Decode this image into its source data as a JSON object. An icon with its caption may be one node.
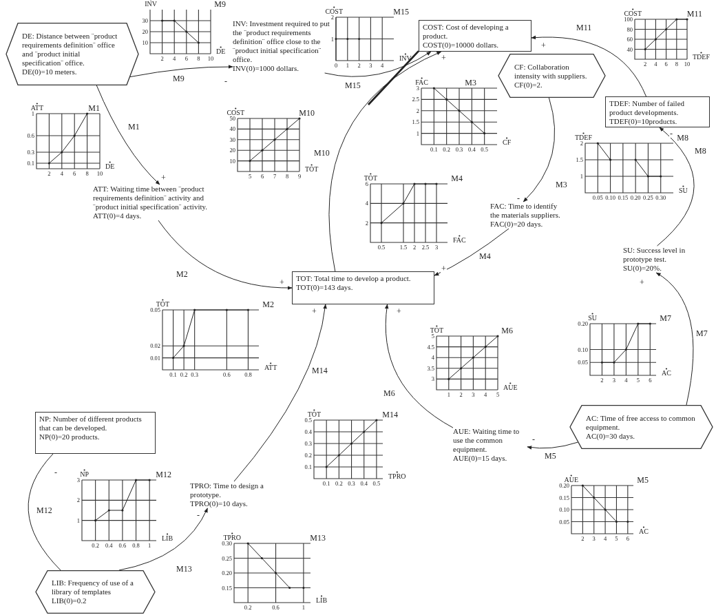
{
  "diagram": {
    "nodes": [
      {
        "text": [
          "DE: Distance between ¨product requirements definition¨ office and ¨product initial specification¨ office.",
          "DE(0)=10 meters."
        ]
      },
      {
        "text": [
          "INV: Investment required to put the ¨product requirements definition¨ office close to the ¨product initial specification¨ office.",
          "INV(0)=1000 dollars."
        ]
      },
      {
        "text": [
          "COST: Cost of developing a product.",
          "COST(0)=10000 dollars."
        ]
      },
      {
        "text": [
          "CF: Collaboration intensity with suppliers. CF(0)=2."
        ]
      },
      {
        "text": [
          "TDEF: Number of failed product developments.",
          "TDEF(0)=10products."
        ]
      },
      {
        "text": [
          "ATT: Waiting time between ¨product requirements definition¨ activity and ¨product initial specification¨ activity.",
          "ATT(0)=4 days."
        ]
      },
      {
        "text": [
          "FAC: Time to identify the materials suppliers.",
          "FAC(0)=20 days."
        ]
      },
      {
        "text": [
          "TOT: Total time to develop a product. TOT(0)=143 days."
        ]
      },
      {
        "text": [
          "SU: Success level in prototype test.",
          "SU(0)=20%."
        ]
      },
      {
        "text": [
          "AC: Time of free access to common equipment.",
          "AC(0)=30 days."
        ]
      },
      {
        "text": [
          "AUE: Waiting time to use the common equipment.",
          "AUE(0)=15 days."
        ]
      },
      {
        "text": [
          "NP: Number of different products that can be developed.",
          "NP(0)=20 products."
        ]
      },
      {
        "text": [
          "TPRO: Time to design a prototype.",
          "TPRO(0)=10 days."
        ]
      },
      {
        "text": [
          "LIB: Frequency of use of a library of templates LIB(0)=0.2"
        ]
      }
    ],
    "edges": [
      {
        "from": 0,
        "to": 1,
        "arrow": "to",
        "label": "M9"
      },
      {
        "from": 0,
        "to": 5,
        "arrow": "to",
        "label": "M1"
      },
      {
        "from": 5,
        "to": 7,
        "arrow": "to",
        "label": "M2"
      },
      {
        "from": 7,
        "to": 2,
        "arrow": "to",
        "label": "M10"
      },
      {
        "from": 1,
        "to": 2,
        "arrow": "to",
        "label": "M15"
      },
      {
        "from": null,
        "to": 2,
        "arrow": "none",
        "style": "thick"
      },
      {
        "from": 4,
        "to": 2,
        "arrow": "to",
        "label": "M11"
      },
      {
        "from": 3,
        "to": 6,
        "arrow": "to",
        "label": "M3"
      },
      {
        "from": 6,
        "to": 7,
        "arrow": "to",
        "label": "M4"
      },
      {
        "from": 8,
        "to": 4,
        "arrow": "to",
        "label": "M8"
      },
      {
        "from": 9,
        "to": 8,
        "arrow": "to",
        "label": "M7"
      },
      {
        "from": 9,
        "to": 10,
        "arrow": "to",
        "label": "M5"
      },
      {
        "from": 10,
        "to": 7,
        "arrow": "to",
        "label": "M6"
      },
      {
        "from": 12,
        "to": 7,
        "arrow": "to",
        "label": "M14"
      },
      {
        "from": 13,
        "to": 12,
        "arrow": "to",
        "label": "M13"
      },
      {
        "from": 13,
        "to": 11,
        "arrow": "none",
        "label": "M12"
      }
    ],
    "labels": [
      "-",
      "+",
      "+",
      "+",
      "+",
      "-",
      "+",
      "-",
      "+",
      "-",
      "+",
      "+",
      "-",
      "-"
    ],
    "chart_data": [
      {
        "type": "line",
        "title": "M9",
        "xlabel": "DE",
        "ylabel": "INV",
        "x": [
          2,
          4,
          6,
          8
        ],
        "series": [
          {
            "values": [
              30,
              30,
              20,
              10
            ]
          }
        ],
        "xlim": [
          0,
          10
        ],
        "ylim": [
          0,
          40
        ],
        "xticks": [
          2,
          4,
          6,
          8,
          10
        ],
        "yticks": [
          10,
          20,
          30
        ],
        "grid": true
      },
      {
        "type": "line",
        "title": "M15",
        "xlabel": "INV",
        "ylabel": "COST",
        "x": [
          0,
          1,
          2
        ],
        "series": [
          {
            "values": [
              1,
              1,
              1
            ]
          }
        ],
        "xlim": [
          0,
          5
        ],
        "ylim": [
          0,
          2
        ],
        "xticks": [
          0,
          1,
          2,
          3,
          4
        ],
        "yticks": [
          1,
          2
        ],
        "grid": true
      },
      {
        "type": "line",
        "title": "M11",
        "xlabel": "TDEF",
        "ylabel": "COST",
        "x": [
          2,
          4,
          6,
          8,
          10
        ],
        "series": [
          {
            "values": [
              40,
              60,
              80,
              100,
              100
            ]
          }
        ],
        "xlim": [
          0,
          10
        ],
        "ylim": [
          20,
          100
        ],
        "xticks": [
          2,
          4,
          6,
          8,
          10
        ],
        "yticks": [
          40,
          60,
          80,
          100
        ],
        "grid": true
      },
      {
        "type": "line",
        "title": "M1",
        "xlabel": "DE",
        "ylabel": "ATT",
        "x": [
          2,
          4,
          6,
          8
        ],
        "series": [
          {
            "values": [
              0.1,
              0.3,
              0.6,
              1
            ]
          }
        ],
        "xlim": [
          0,
          10
        ],
        "ylim": [
          0,
          1
        ],
        "xticks": [
          2,
          4,
          6,
          8,
          10
        ],
        "yticks": [
          0.1,
          0.3,
          0.6,
          1
        ],
        "grid": true
      },
      {
        "type": "line",
        "title": "M10",
        "xlabel": "TOT",
        "ylabel": "COST",
        "x": [
          5,
          6,
          7,
          8,
          9
        ],
        "series": [
          {
            "values": [
              10,
              20,
              30,
              40,
              50
            ]
          }
        ],
        "xlim": [
          4,
          9
        ],
        "ylim": [
          0,
          50
        ],
        "xticks": [
          5,
          6,
          7,
          8,
          9
        ],
        "yticks": [
          10,
          20,
          30,
          40,
          50
        ],
        "grid": true
      },
      {
        "type": "line",
        "title": "M3",
        "xlabel": "CF",
        "ylabel": "FAC",
        "x": [
          0.1,
          0.2,
          0.3,
          0.4,
          0.5
        ],
        "series": [
          {
            "values": [
              3,
              2.5,
              2,
              1.5,
              1
            ]
          }
        ],
        "xlim": [
          0,
          0.6
        ],
        "ylim": [
          0.5,
          3
        ],
        "xticks": [
          0.1,
          0.2,
          0.3,
          0.4,
          0.5
        ],
        "yticks": [
          1,
          1.5,
          2,
          2.5,
          3
        ],
        "grid": true
      },
      {
        "type": "line",
        "title": "M8",
        "xlabel": "SU",
        "ylabel": "TDEF",
        "x": [
          0.05,
          0.1,
          0.15,
          0.2,
          0.25,
          0.3
        ],
        "series": [
          {
            "values": [
              2,
              1.5,
              null,
              1.5,
              1,
              1
            ]
          }
        ],
        "xlim": [
          0,
          0.35
        ],
        "ylim": [
          0.5,
          2
        ],
        "xticks": [
          0.05,
          {
            "value": 0.1,
            "label": "0.10"
          },
          0.15,
          {
            "value": 0.2,
            "label": "0.20"
          },
          0.25,
          {
            "value": 0.3,
            "label": "0.30"
          }
        ],
        "yticks": [
          1,
          1.5,
          2
        ],
        "grid": true
      },
      {
        "type": "line",
        "title": "M4",
        "xlabel": "FAC",
        "ylabel": "TOT",
        "x": [
          0.5,
          1.5,
          2,
          2.5,
          3
        ],
        "series": [
          {
            "values": [
              2,
              4,
              6,
              6,
              6
            ]
          }
        ],
        "xlim": [
          0,
          3.5
        ],
        "ylim": [
          0,
          6
        ],
        "xticks": [
          0.5,
          1.5,
          2,
          2.5,
          3
        ],
        "yticks": [
          2,
          4,
          6
        ],
        "grid": true
      },
      {
        "type": "line",
        "title": "M2",
        "xlabel": "ATT",
        "ylabel": "TOT",
        "x": [
          0.1,
          0.2,
          0.3,
          0.6,
          0.8
        ],
        "series": [
          {
            "values": [
              0.01,
              0.02,
              0.05,
              0.05,
              0.05
            ]
          }
        ],
        "xlim": [
          0,
          0.9
        ],
        "ylim": [
          0,
          0.05
        ],
        "xticks": [
          0.1,
          0.2,
          0.3,
          0.6,
          0.8
        ],
        "yticks": [
          0.01,
          0.02,
          0.05
        ],
        "grid": true
      },
      {
        "type": "line",
        "title": "M6",
        "xlabel": "AUE",
        "ylabel": "TOT",
        "x": [
          1,
          2,
          3,
          4,
          5
        ],
        "series": [
          {
            "values": [
              3,
              3.5,
              4,
              4.5,
              5
            ]
          }
        ],
        "xlim": [
          0,
          5
        ],
        "ylim": [
          2.5,
          5
        ],
        "xticks": [
          1,
          2,
          3,
          4,
          5
        ],
        "yticks": [
          3,
          3.5,
          4,
          4.5,
          5
        ],
        "grid": true
      },
      {
        "type": "line",
        "title": "M7",
        "xlabel": "AC",
        "ylabel": "SU",
        "x": [
          2,
          3,
          4,
          5,
          6
        ],
        "series": [
          {
            "values": [
              0.05,
              0.05,
              0.1,
              0.2,
              0.2
            ]
          }
        ],
        "xlim": [
          1,
          6.5
        ],
        "ylim": [
          0,
          0.2
        ],
        "xticks": [
          2,
          3,
          4,
          5,
          6
        ],
        "yticks": [
          {
            "value": 0.05,
            "label": "0.05"
          },
          {
            "value": 0.1,
            "label": "0.10"
          },
          {
            "value": 0.2,
            "label": "0.20"
          }
        ],
        "grid": true
      },
      {
        "type": "line",
        "title": "M14",
        "xlabel": "TPRO",
        "ylabel": "TOT",
        "x": [
          0.1,
          0.2,
          0.3,
          0.4,
          0.5
        ],
        "series": [
          {
            "values": [
              0.1,
              0.2,
              0.3,
              0.4,
              0.5
            ]
          }
        ],
        "xlim": [
          0,
          0.55
        ],
        "ylim": [
          0,
          0.5
        ],
        "xticks": [
          0.1,
          0.2,
          0.3,
          0.4,
          0.5
        ],
        "yticks": [
          0.1,
          0.2,
          0.3,
          0.4,
          0.5
        ],
        "grid": true
      },
      {
        "type": "line",
        "title": "M5",
        "xlabel": "AC",
        "ylabel": "AUE",
        "x": [
          2,
          3,
          4,
          5,
          6
        ],
        "series": [
          {
            "values": [
              0.2,
              0.15,
              0.1,
              0.05,
              0.05
            ]
          }
        ],
        "xlim": [
          1,
          6.5
        ],
        "ylim": [
          0,
          0.2
        ],
        "xticks": [
          2,
          3,
          4,
          5,
          6
        ],
        "yticks": [
          {
            "value": 0.05,
            "label": "0.05"
          },
          {
            "value": 0.1,
            "label": "0.10"
          },
          0.15,
          {
            "value": 0.2,
            "label": "0.20"
          }
        ],
        "grid": true
      },
      {
        "type": "line",
        "title": "M12",
        "xlabel": "LIB",
        "ylabel": "NP",
        "x": [
          0.2,
          0.4,
          0.6,
          0.8,
          1
        ],
        "series": [
          {
            "values": [
              1,
              1.5,
              1.5,
              3,
              3
            ]
          }
        ],
        "xlim": [
          0,
          1.1
        ],
        "ylim": [
          0,
          3
        ],
        "xticks": [
          0.2,
          0.4,
          0.6,
          0.8,
          1
        ],
        "yticks": [
          1,
          2,
          3
        ],
        "grid": true
      },
      {
        "type": "line",
        "title": "M13",
        "xlabel": "LIB",
        "ylabel": "TPRO",
        "x": [
          0.2,
          0.4,
          0.6,
          0.8,
          1
        ],
        "series": [
          {
            "values": [
              0.3,
              0.25,
              0.2,
              0.15,
              0.15
            ]
          }
        ],
        "xlim": [
          0,
          1.1
        ],
        "ylim": [
          0.1,
          0.3
        ],
        "xticks": [
          0.2,
          0.6,
          1
        ],
        "yticks": [
          0.15,
          {
            "value": 0.2,
            "label": "0.20"
          },
          0.25,
          {
            "value": 0.3,
            "label": "0.30"
          }
        ],
        "grid": true
      }
    ]
  }
}
